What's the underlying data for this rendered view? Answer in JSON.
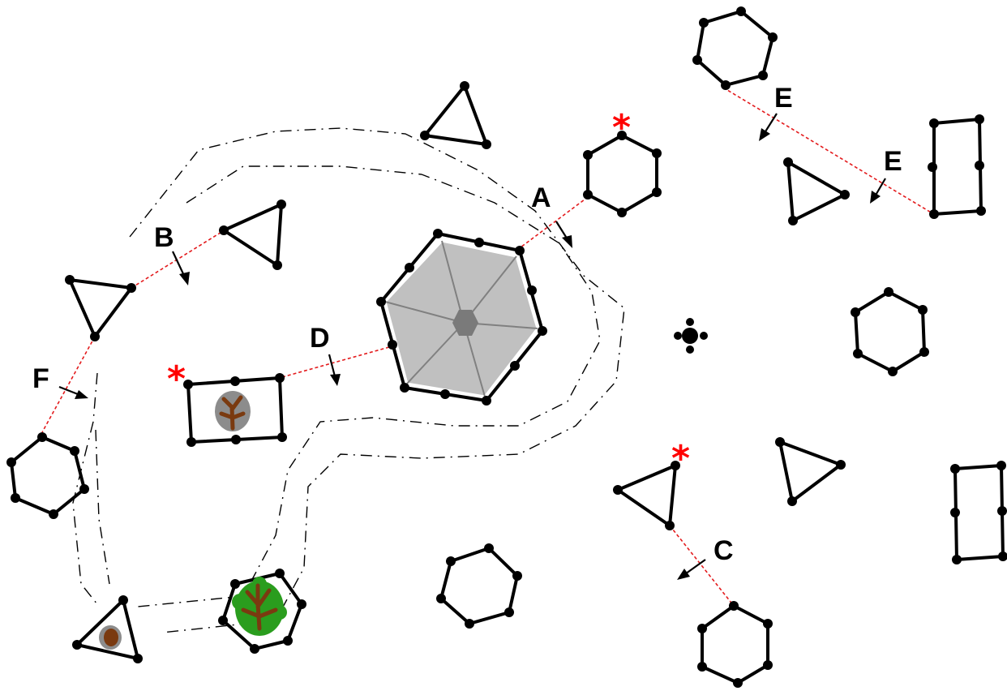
{
  "labels": {
    "A": "A",
    "B": "B",
    "C": "C",
    "D": "D",
    "E_top": "E",
    "E_right": "E",
    "F": "F"
  },
  "markers": {
    "star_symbol": "*"
  },
  "colors": {
    "outline": "#000000",
    "connector": "#e31a1c",
    "marker": "#ff0000",
    "hub_fill": "#c0c0c0",
    "hub_center": "#7a7a7a",
    "foliage_green": "#2a9d1e",
    "foliage_brown": "#7a3a10",
    "foliage_gray": "#8c8c8c"
  },
  "icons": {
    "central_hub": "hexagon-hub-icon",
    "compass": "cross-dots-icon",
    "tree_large": "green-tree-icon",
    "tree_small": "brown-tree-icon"
  }
}
